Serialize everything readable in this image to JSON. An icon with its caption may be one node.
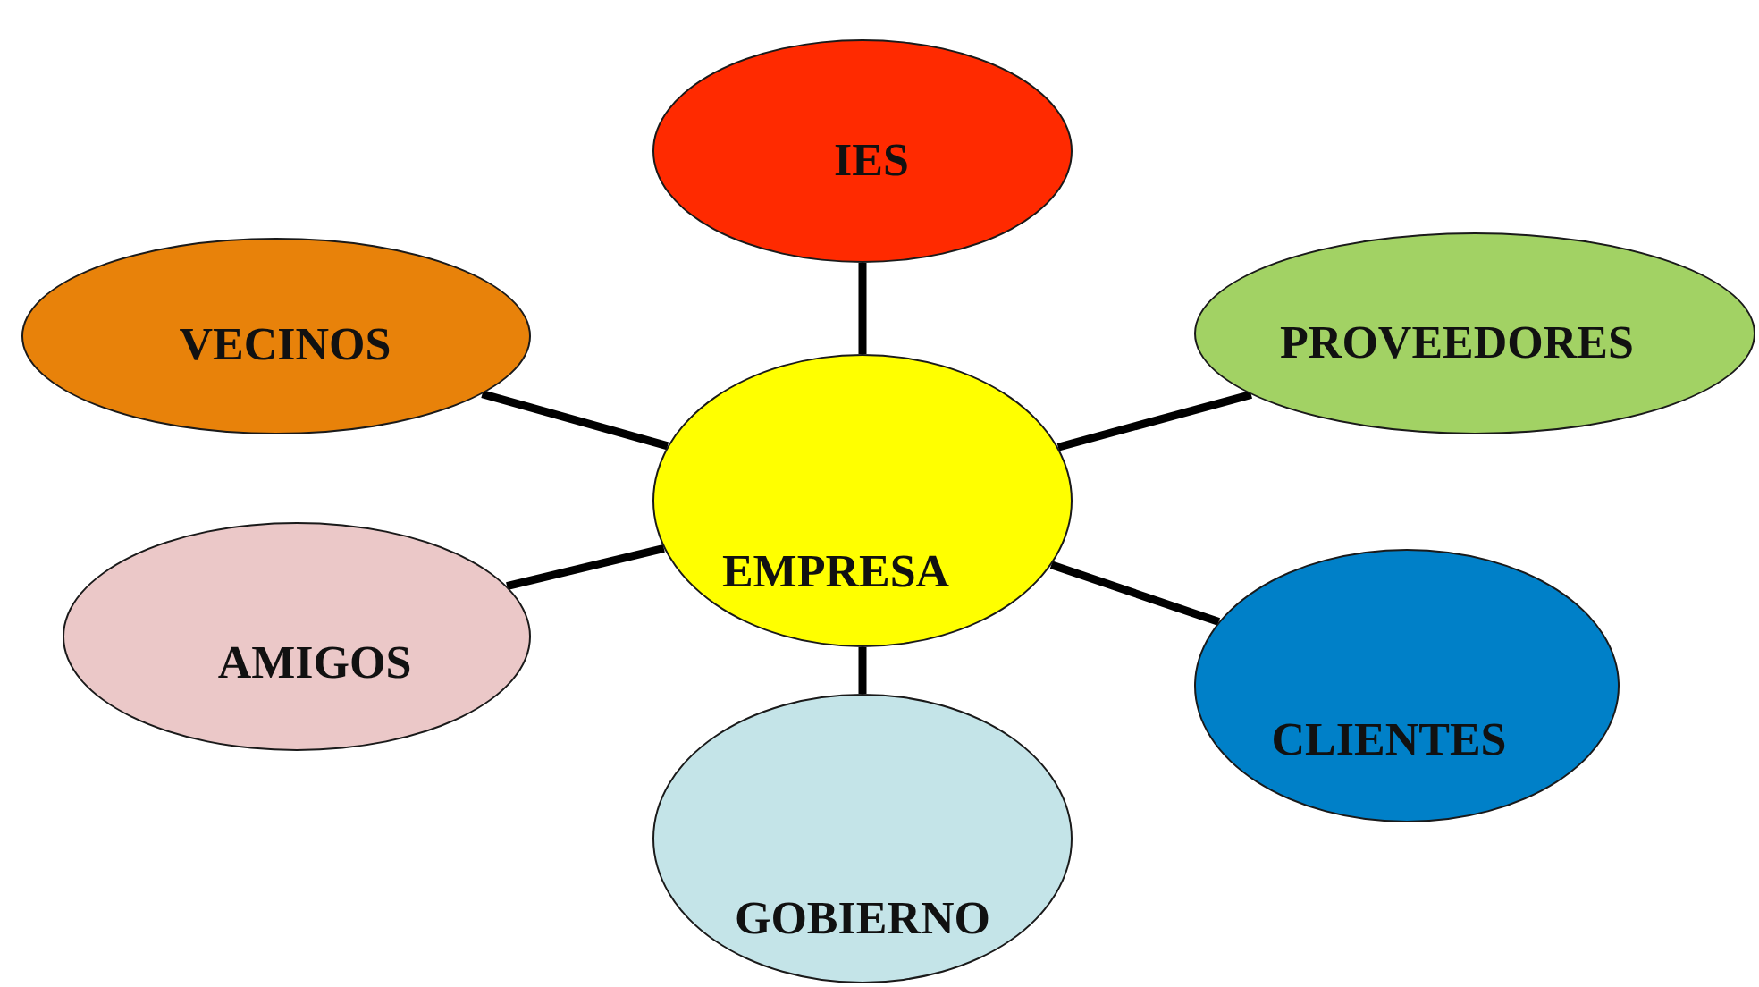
{
  "diagram": {
    "nodes": [
      {
        "text": [
          "IES"
        ]
      },
      {
        "text": [
          "VECINOS"
        ]
      },
      {
        "text": [
          "PROVEEDORES"
        ]
      },
      {
        "text": [
          "EMPRESA"
        ]
      },
      {
        "text": [
          "AMIGOS"
        ]
      },
      {
        "text": [
          "CLIENTES"
        ]
      },
      {
        "text": [
          "GOBIERNO"
        ]
      }
    ],
    "edges": [
      {
        "from": 3,
        "to": 0,
        "arrow": "none"
      },
      {
        "from": 3,
        "to": 1,
        "arrow": "none"
      },
      {
        "from": 3,
        "to": 2,
        "arrow": "none"
      },
      {
        "from": 3,
        "to": 4,
        "arrow": "none"
      },
      {
        "from": 3,
        "to": 5,
        "arrow": "none"
      },
      {
        "from": 3,
        "to": 6,
        "arrow": "none"
      }
    ]
  }
}
